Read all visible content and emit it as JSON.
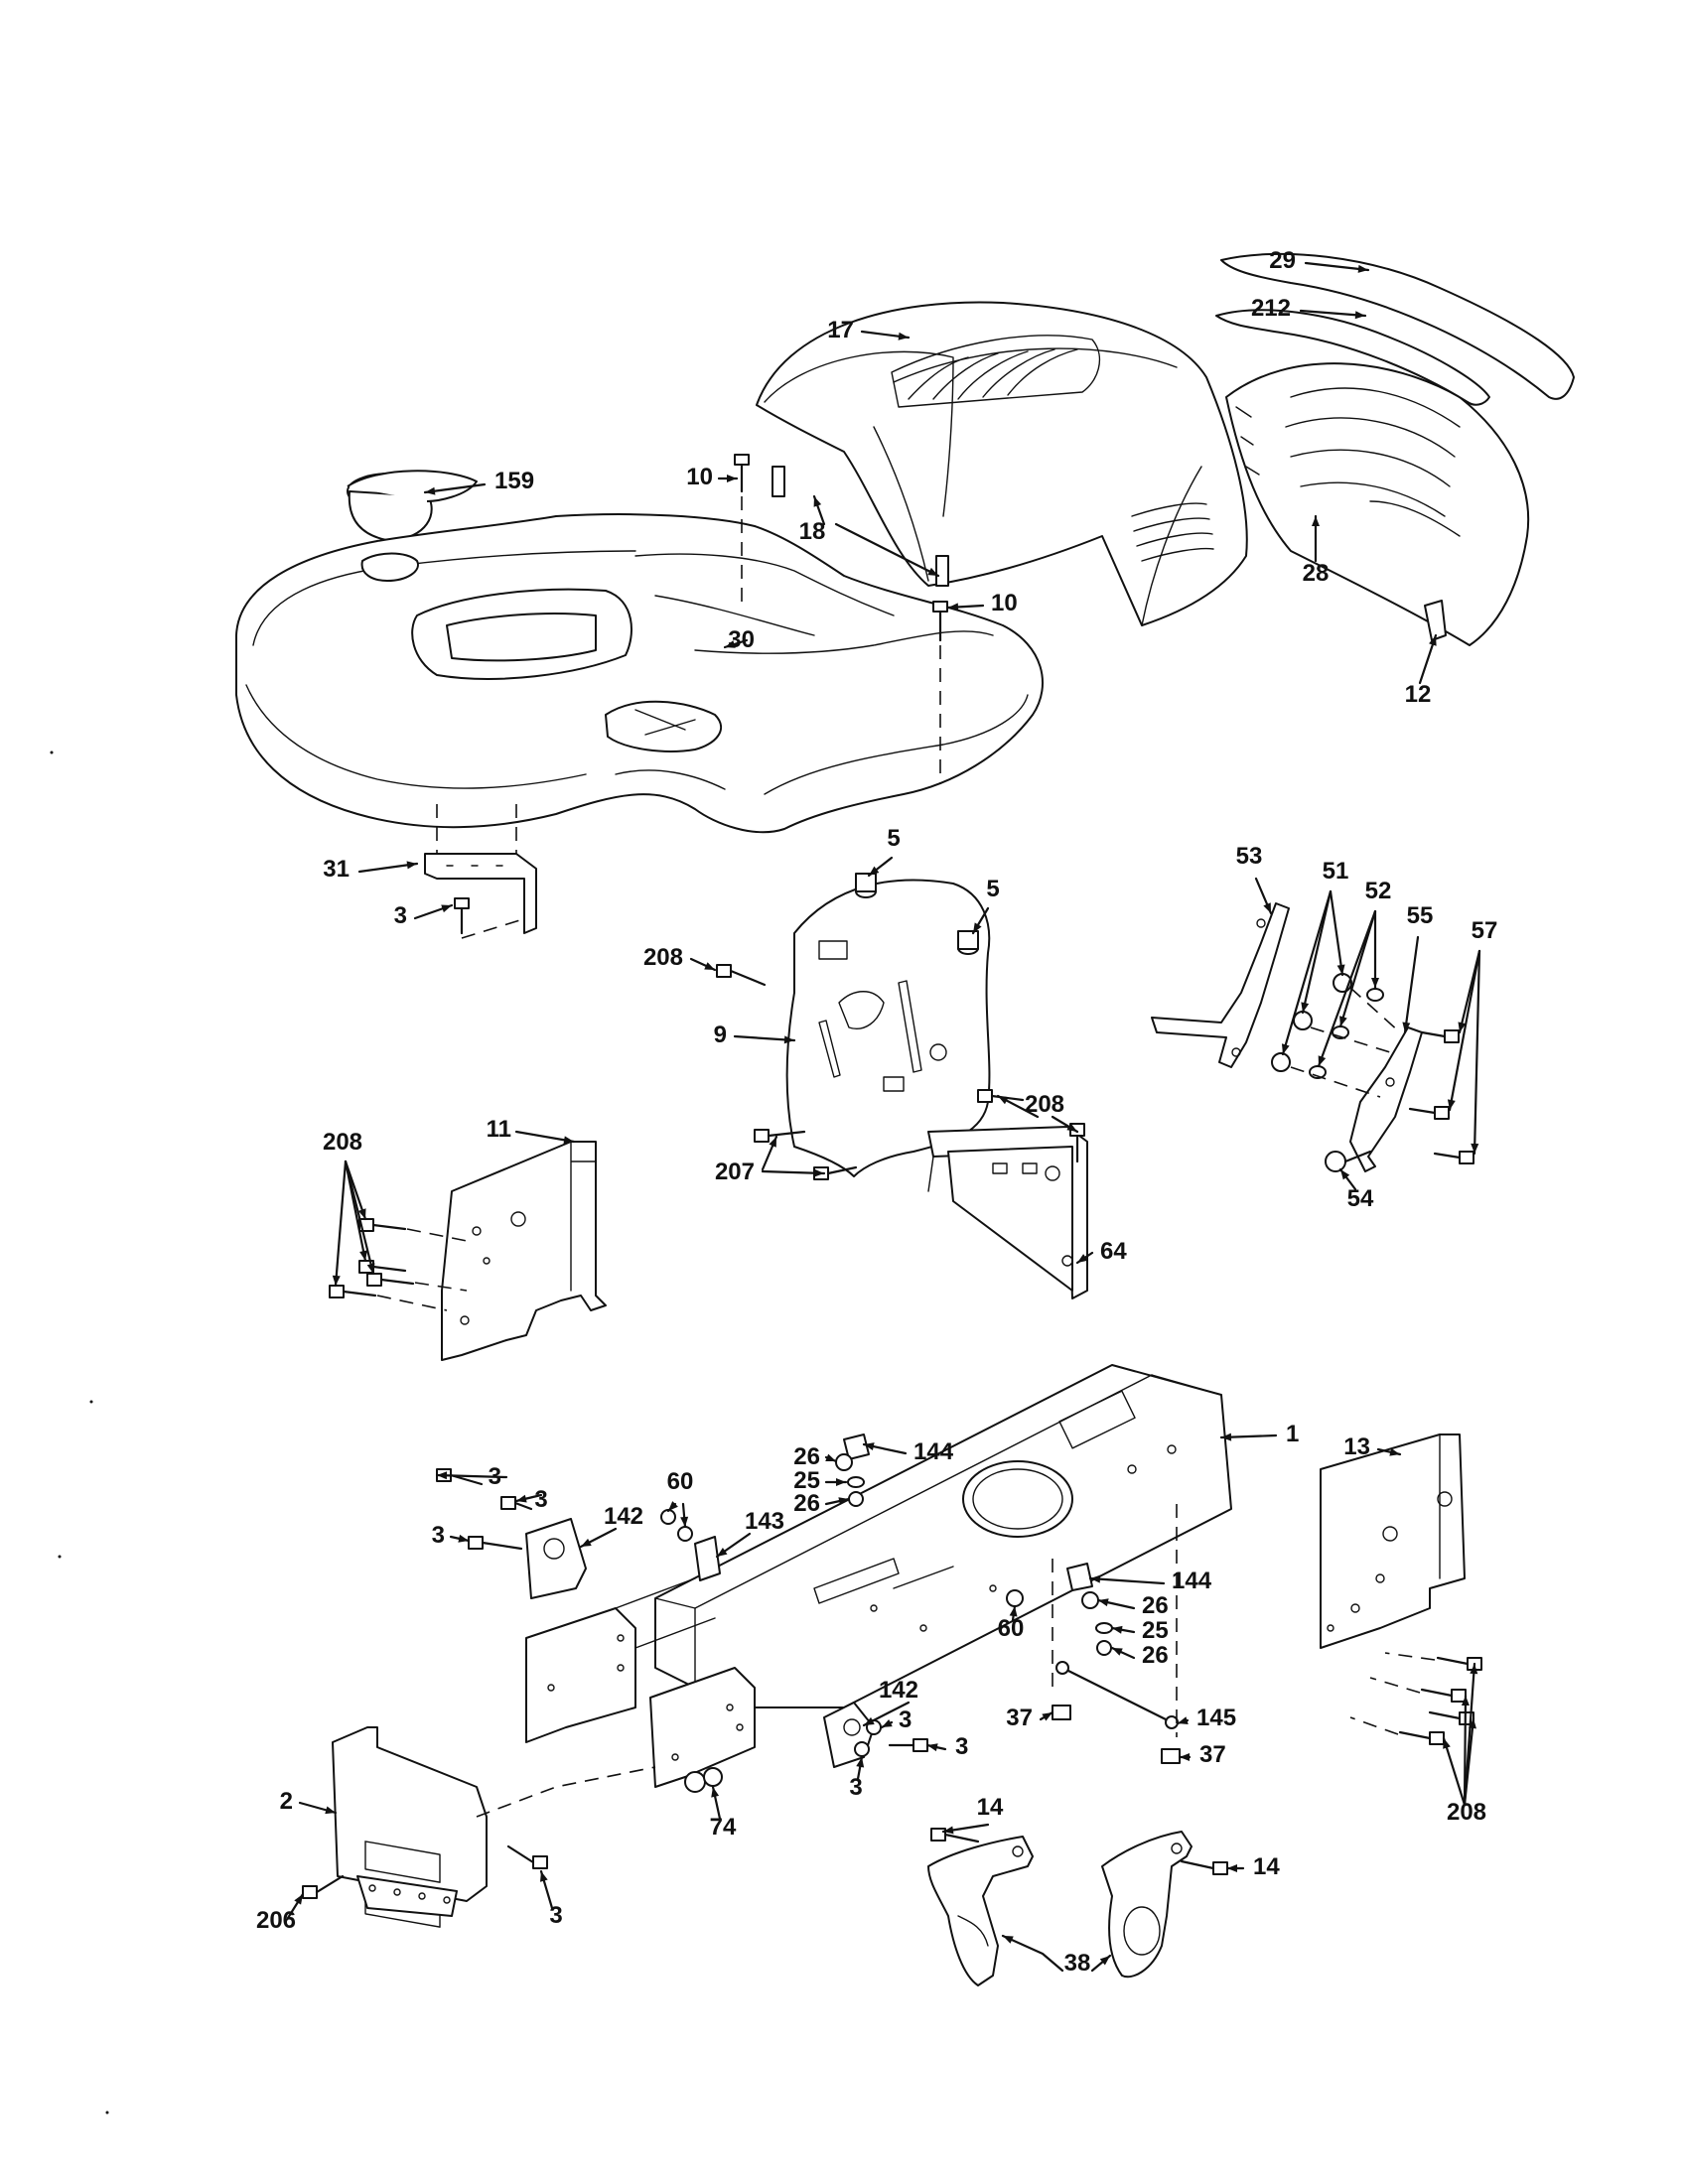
{
  "callouts": [
    "29",
    "212",
    "17",
    "159",
    "10",
    "18",
    "10",
    "30",
    "28",
    "12",
    "31",
    "3",
    "5",
    "5",
    "208",
    "9",
    "208",
    "207",
    "64",
    "53",
    "51",
    "52",
    "55",
    "57",
    "54",
    "11",
    "208",
    "1",
    "144",
    "26",
    "25",
    "26",
    "3",
    "3",
    "3",
    "60",
    "142",
    "143",
    "13",
    "144",
    "26",
    "25",
    "26",
    "60",
    "142",
    "3",
    "3",
    "3",
    "37",
    "145",
    "37",
    "2",
    "74",
    "14",
    "14",
    "208",
    "206",
    "3",
    "38"
  ]
}
